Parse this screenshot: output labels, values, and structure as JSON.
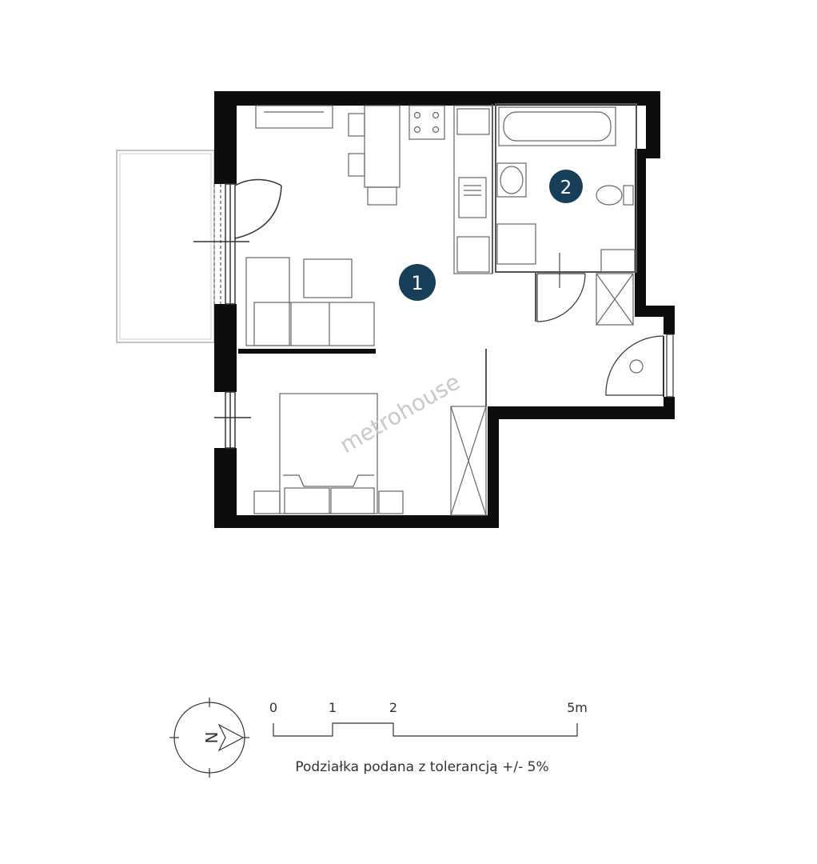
{
  "rooms": [
    {
      "number": "1",
      "color": "#173f5a"
    },
    {
      "number": "2",
      "color": "#173f5a"
    }
  ],
  "watermark": "metrohouse",
  "compass": {
    "letter": "N",
    "icon": "north-arrow-icon"
  },
  "scale": {
    "ticks": [
      "0",
      "1",
      "2",
      "5m"
    ],
    "note": "Podziałka podana z tolerancją +/- 5%"
  },
  "colors": {
    "wall": "#0d0d0d",
    "line": "#555555",
    "room_badge": "#173f5a"
  }
}
